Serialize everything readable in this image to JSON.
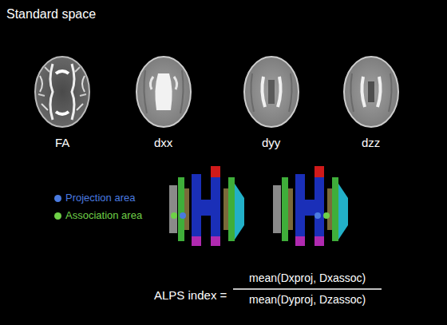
{
  "diagram": {
    "title": "Standard space",
    "labels": [
      "FA",
      "dxx",
      "dyy",
      "dzz",
      "ALPS index =",
      "mean(Dxproj, Dxassoc)",
      "mean(Dyproj, Dzassoc)"
    ],
    "legend": [
      {
        "text": "Projection area",
        "color": "#4a7be0"
      },
      {
        "text": "Association area",
        "color": "#6fd147"
      }
    ]
  }
}
